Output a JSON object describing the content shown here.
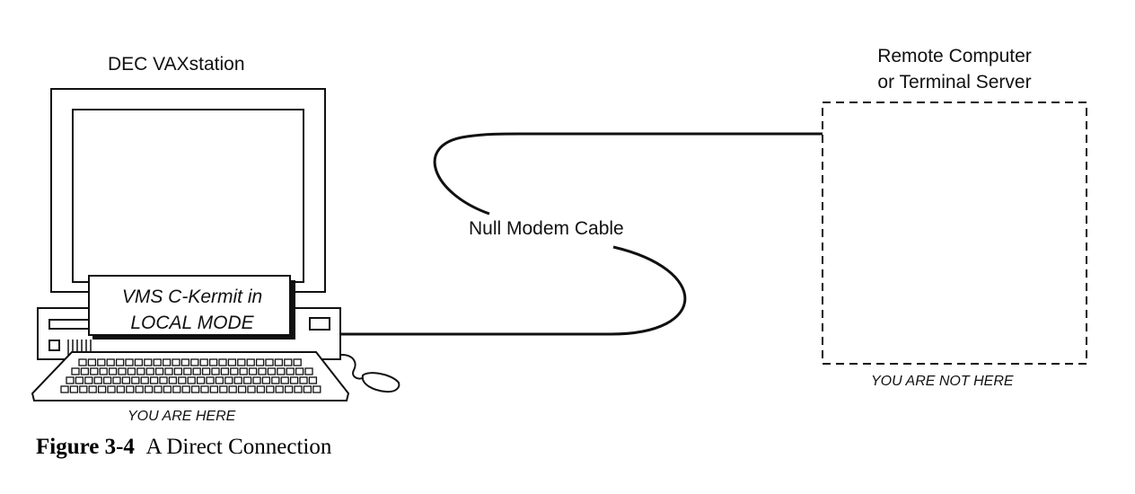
{
  "diagram": {
    "local_label": "DEC VAXstation",
    "screen_box_lines": [
      "VMS C-Kermit in",
      "LOCAL MODE"
    ],
    "local_caption": "YOU ARE HERE",
    "cable_label": "Null Modem Cable",
    "remote_label_lines": [
      "Remote Computer",
      "or Terminal Server"
    ],
    "remote_caption": "YOU ARE NOT HERE"
  },
  "figure": {
    "number": "Figure 3-4",
    "title": "A Direct Connection"
  }
}
